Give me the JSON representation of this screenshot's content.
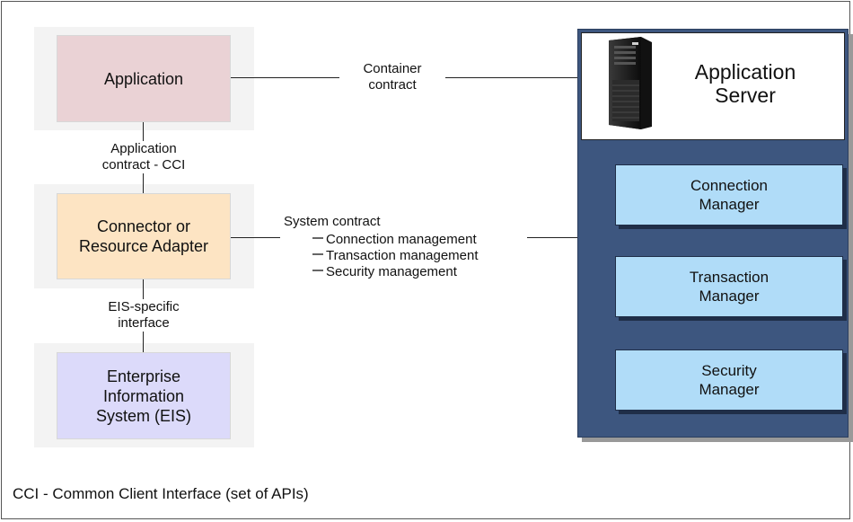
{
  "left_stack": {
    "application": "Application",
    "connector_line1": "Connector or",
    "connector_line2": "Resource Adapter",
    "eis_line1": "Enterprise",
    "eis_line2": "Information",
    "eis_line3": "System (EIS)"
  },
  "contracts": {
    "app_contract_line1": "Application",
    "app_contract_line2": "contract - CCI",
    "eis_contract_line1": "EIS-specific",
    "eis_contract_line2": "interface",
    "container_line1": "Container",
    "container_line2": "contract",
    "system_title": "System contract",
    "system_items": [
      "Connection management",
      "Transaction management",
      "Security management"
    ]
  },
  "server": {
    "title_line1": "Application",
    "title_line2": "Server",
    "icon": "server-tower-icon",
    "managers": [
      {
        "line1": "Connection",
        "line2": "Manager"
      },
      {
        "line1": "Transaction",
        "line2": "Manager"
      },
      {
        "line1": "Security",
        "line2": "Manager"
      }
    ]
  },
  "footnote": "CCI - Common Client Interface (set of APIs)",
  "colors": {
    "application": "#ead2d5",
    "connector": "#fde4c3",
    "eis": "#dcdafa",
    "server_panel": "#3d567f",
    "manager": "#b0dcf8"
  }
}
